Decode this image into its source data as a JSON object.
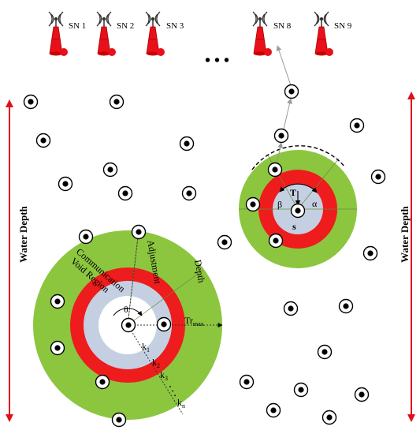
{
  "sinks": {
    "labels": [
      "SN 1",
      "SN 2",
      "SN 3",
      "SN 8",
      "SN 9"
    ],
    "ellipsis": "• • •",
    "icon": "antenna-sink-icon",
    "body_color": "#e8101a"
  },
  "axis": {
    "left_label": "Water Depth",
    "right_label": "Water Depth",
    "arrow_color": "#e0101a"
  },
  "big_region": {
    "void_label_line1": "Communication",
    "void_label_line2": "Void Region",
    "depth_label_line1": "Depth",
    "depth_label_line2": "Adjustment",
    "theta": "θ",
    "tr_label": "Tr",
    "tr_sub": "max",
    "k_labels": [
      {
        "base": "k",
        "sub": "1"
      },
      {
        "base": "k",
        "sub": "2"
      },
      {
        "base": "k",
        "sub": "3"
      },
      {
        "base": "k",
        "sub": "n"
      }
    ],
    "k_ellipsis": "· · ·"
  },
  "small_region": {
    "node_label": "s",
    "t_label": "T",
    "beta": "β",
    "alpha": "α"
  },
  "colors": {
    "outer_ring": "#8cc63f",
    "middle_ring": "#ee1c1c",
    "inner_disk": "#c4d0e2",
    "void_core": "#ffffff"
  }
}
